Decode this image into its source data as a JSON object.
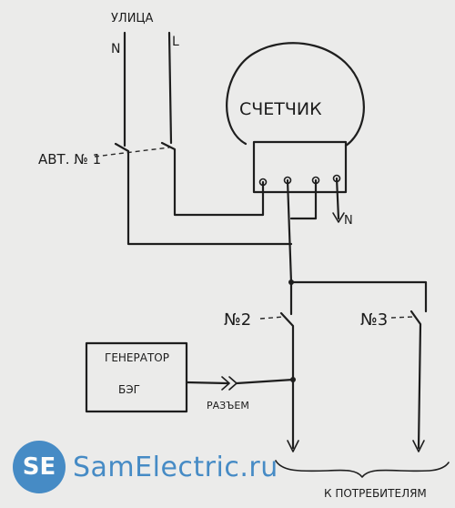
{
  "labels": {
    "street": "УЛИЦА",
    "neutral": "N",
    "line": "L",
    "breaker1": "АВТ. № 1",
    "meter": "СЧЕТЧИК",
    "meter_neutral_out": "N",
    "breaker2": "№2",
    "breaker3": "№3",
    "generator_line1": "ГЕНЕРАТОР",
    "generator_line2": "БЭГ",
    "connector": "РАЗЪЕМ",
    "consumers": "К ПОТРЕБИТЕЛЯМ"
  },
  "watermark": {
    "logo": "SE",
    "text": "SamElectric.ru"
  },
  "colors": {
    "ink": "#1e1e1e",
    "paper": "#ebebea",
    "brand": "#2a7bbf"
  }
}
